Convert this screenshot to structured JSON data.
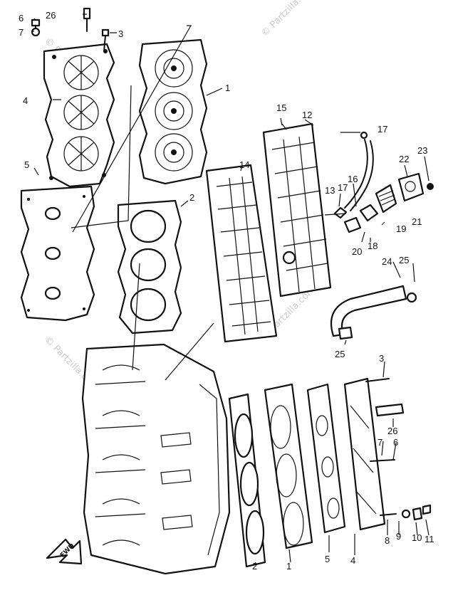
{
  "diagram": {
    "watermark": "© Partzilla.com",
    "fwd_label": "FWD",
    "callouts": [
      "1",
      "2",
      "3",
      "4",
      "5",
      "6",
      "7",
      "8",
      "9",
      "10",
      "11",
      "12",
      "13",
      "14",
      "15",
      "16",
      "17",
      "18",
      "19",
      "20",
      "21",
      "22",
      "23",
      "24",
      "25",
      "26"
    ]
  }
}
